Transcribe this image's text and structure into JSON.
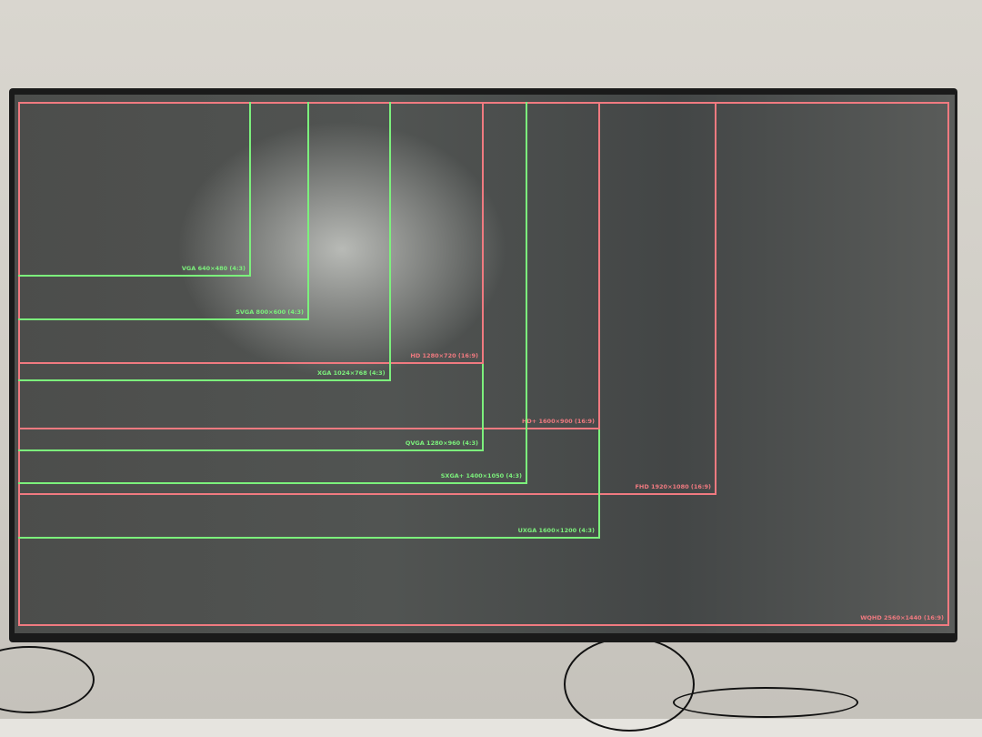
{
  "colors": {
    "green": "#7cf07c",
    "red": "#f07a80"
  },
  "resolutions": [
    {
      "label": "WQHD 2560×1440 (16:9)",
      "width": 2560,
      "height": 1440,
      "color": "red"
    },
    {
      "label": "FHD 1920×1080 (16:9)",
      "width": 1920,
      "height": 1080,
      "color": "red"
    },
    {
      "label": "UXGA 1600×1200 (4:3)",
      "width": 1600,
      "height": 1200,
      "color": "green"
    },
    {
      "label": "HD+ 1600×900 (16:9)",
      "width": 1600,
      "height": 900,
      "color": "red"
    },
    {
      "label": "SXGA+ 1400×1050 (4:3)",
      "width": 1400,
      "height": 1050,
      "color": "green"
    },
    {
      "label": "QVGA 1280×960 (4:3)",
      "width": 1280,
      "height": 960,
      "color": "green"
    },
    {
      "label": "HD 1280×720 (16:9)",
      "width": 1280,
      "height": 720,
      "color": "red"
    },
    {
      "label": "XGA 1024×768 (4:3)",
      "width": 1024,
      "height": 768,
      "color": "green"
    },
    {
      "label": "SVGA 800×600 (4:3)",
      "width": 800,
      "height": 600,
      "color": "green"
    },
    {
      "label": "VGA 640×480 (4:3)",
      "width": 640,
      "height": 480,
      "color": "green"
    }
  ]
}
